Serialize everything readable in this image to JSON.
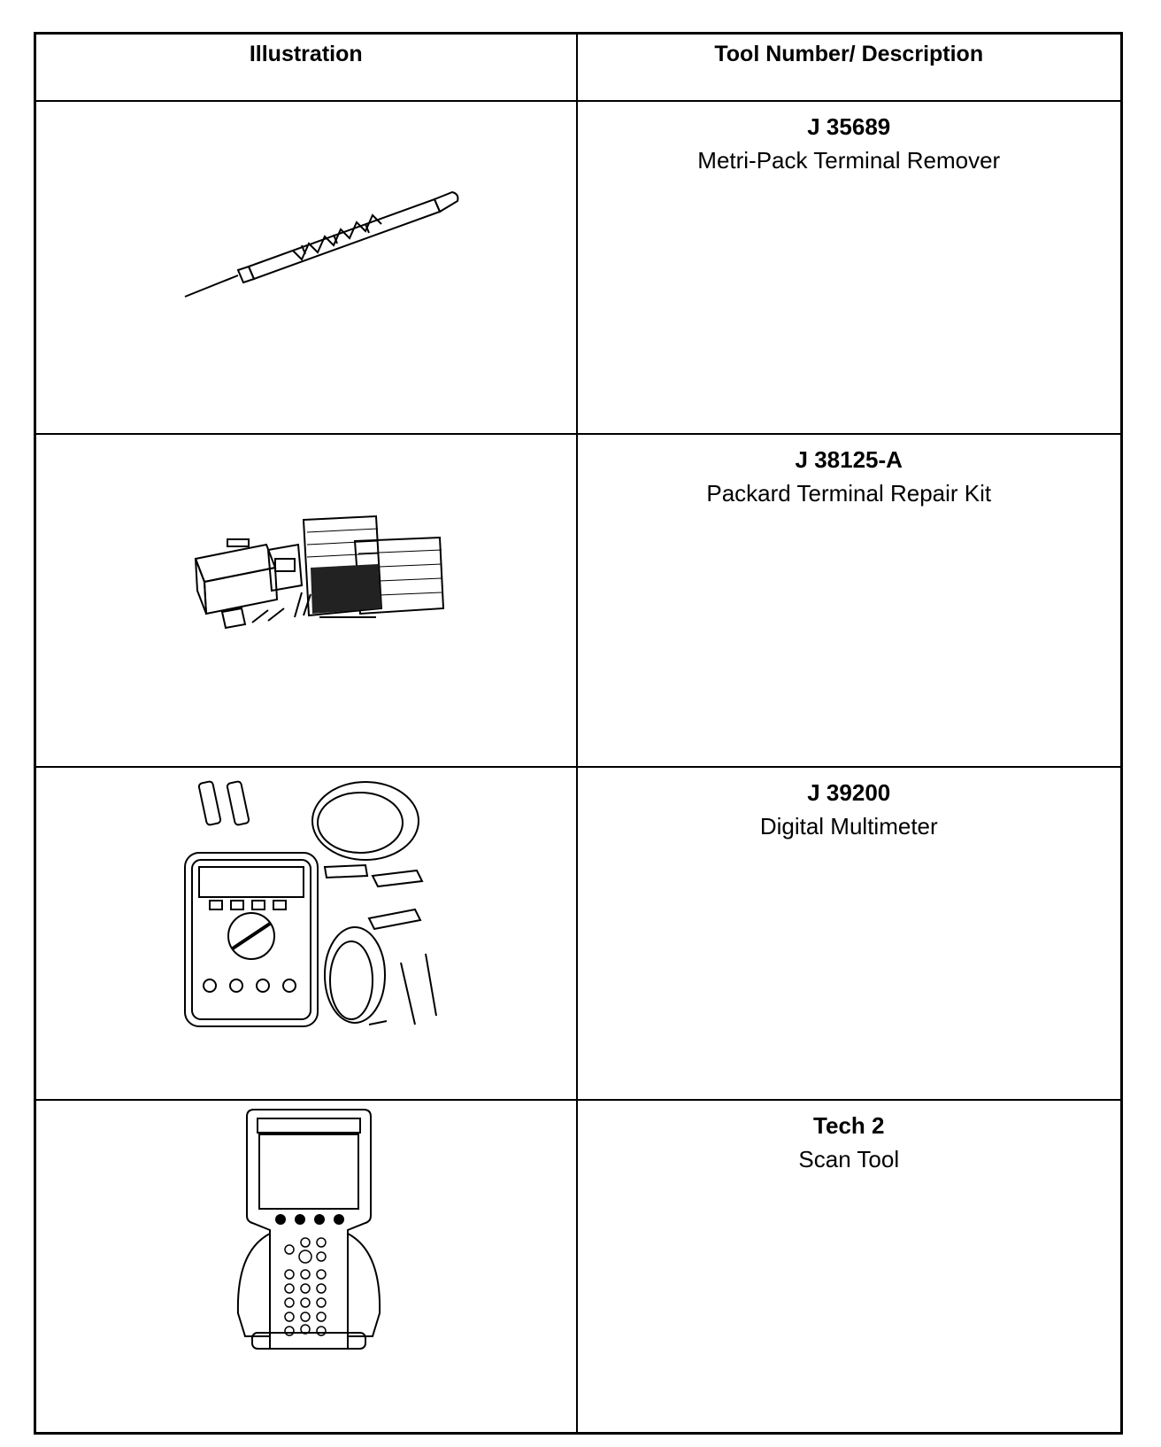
{
  "header": {
    "col1": "Illustration",
    "col2": "Tool Number/ Description"
  },
  "tools": [
    {
      "number": "J 35689",
      "description": "Metri-Pack Terminal Remover",
      "icon": "terminal-remover-icon"
    },
    {
      "number": "J 38125-A",
      "description": "Packard Terminal Repair Kit",
      "icon": "repair-kit-icon"
    },
    {
      "number": "J 39200",
      "description": "Digital Multimeter",
      "icon": "multimeter-icon"
    },
    {
      "number": "Tech 2",
      "description": "Scan Tool",
      "icon": "scan-tool-icon"
    }
  ]
}
